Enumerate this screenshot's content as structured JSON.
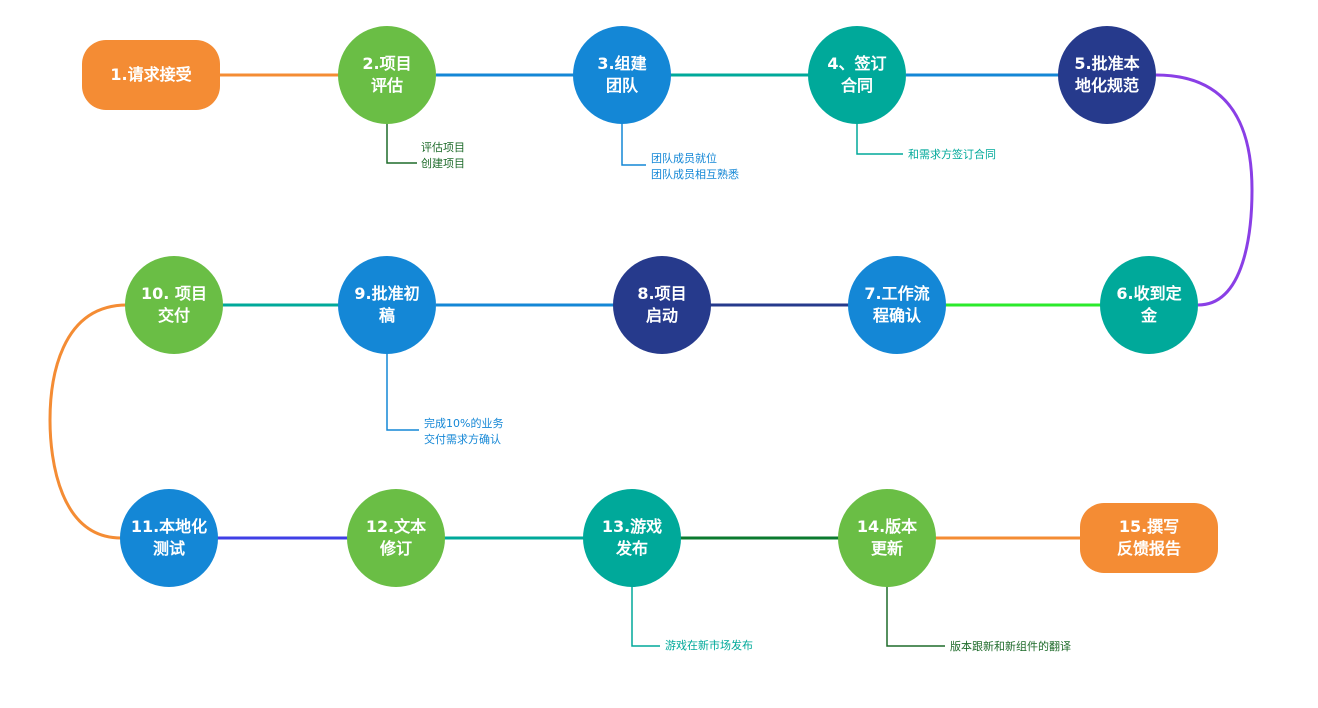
{
  "colors": {
    "orange": "#F48C34",
    "green": "#6ABE45",
    "blue": "#1487D6",
    "teal": "#00A99A",
    "navy": "#263A8C",
    "purple": "#8A3FE6",
    "lime": "#2BEA2B",
    "darkgreen": "#0B7A2F",
    "note_green": "#1E6B2A",
    "note_blue": "#1487D6",
    "note_teal": "#00A99A"
  },
  "steps": [
    {
      "id": "s1",
      "label": "1.请求接受",
      "shape": "pill",
      "color": "orange"
    },
    {
      "id": "s2",
      "label": "2.项目\n评估",
      "shape": "circle",
      "color": "green"
    },
    {
      "id": "s3",
      "label": "3.组建\n团队",
      "shape": "circle",
      "color": "blue"
    },
    {
      "id": "s4",
      "label": "4、签订\n合同",
      "shape": "circle",
      "color": "teal"
    },
    {
      "id": "s5",
      "label": "5.批准本\n地化规范",
      "shape": "circle",
      "color": "navy"
    },
    {
      "id": "s6",
      "label": "6.收到定\n金",
      "shape": "circle",
      "color": "teal"
    },
    {
      "id": "s7",
      "label": "7.工作流\n程确认",
      "shape": "circle",
      "color": "blue"
    },
    {
      "id": "s8",
      "label": "8.项目\n启动",
      "shape": "circle",
      "color": "navy"
    },
    {
      "id": "s9",
      "label": "9.批准初\n稿",
      "shape": "circle",
      "color": "blue"
    },
    {
      "id": "s10",
      "label": "10. 项目\n交付",
      "shape": "circle",
      "color": "green"
    },
    {
      "id": "s11",
      "label": "11.本地化\n测试",
      "shape": "circle",
      "color": "blue"
    },
    {
      "id": "s12",
      "label": "12.文本\n修订",
      "shape": "circle",
      "color": "green"
    },
    {
      "id": "s13",
      "label": "13.游戏\n发布",
      "shape": "circle",
      "color": "teal"
    },
    {
      "id": "s14",
      "label": "14.版本\n更新",
      "shape": "circle",
      "color": "green"
    },
    {
      "id": "s15",
      "label": "15.撰写\n反馈报告",
      "shape": "pill",
      "color": "orange"
    }
  ],
  "notes": {
    "n2": "评估项目\n创建项目",
    "n3": "团队成员就位\n团队成员相互熟悉",
    "n4": "和需求方签订合同",
    "n9": "完成10%的业务\n交付需求方确认",
    "n13": "游戏在新市场发布",
    "n14": "版本跟新和新组件的翻译"
  }
}
